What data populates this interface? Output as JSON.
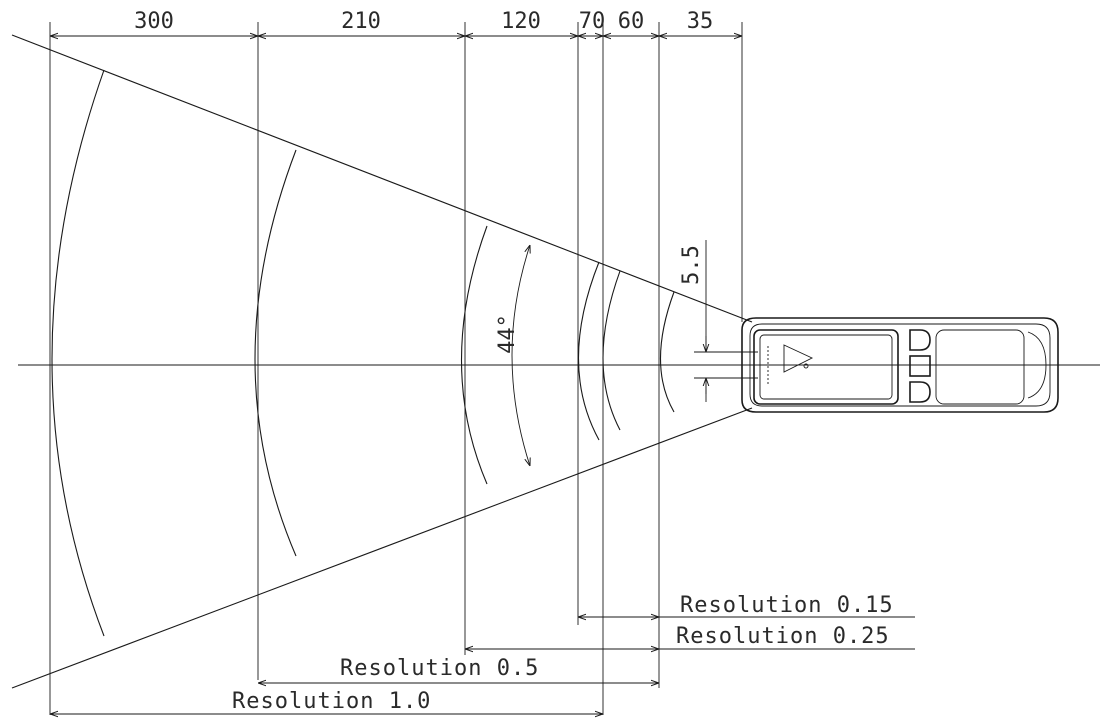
{
  "diagram": {
    "top_dimensions": [
      "300",
      "210",
      "120",
      "70",
      "60",
      "35"
    ],
    "aperture_dimension": "5.5",
    "angle_label": "44°",
    "resolution_labels": [
      "Resolution 0.15",
      "Resolution 0.25",
      "Resolution 0.5",
      "Resolution 1.0"
    ]
  }
}
